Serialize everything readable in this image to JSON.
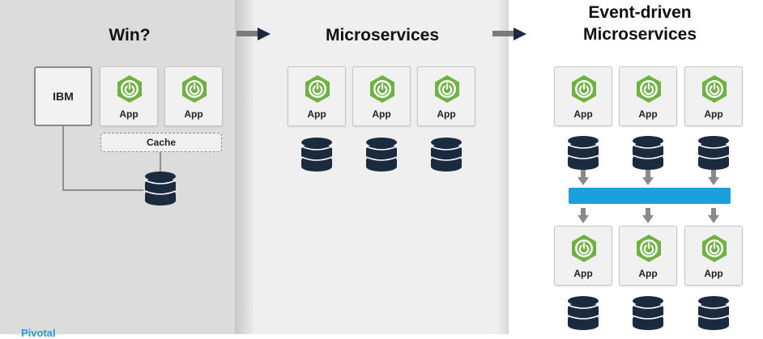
{
  "panels": {
    "win": {
      "title": "Win?",
      "ibm_label": "IBM",
      "app_label": "App",
      "cache_label": "Cache"
    },
    "micro": {
      "title": "Microservices",
      "app_label": "App"
    },
    "event": {
      "title_line1": "Event-driven",
      "title_line2": "Microservices",
      "app_label": "App"
    }
  },
  "footer": {
    "brand": "Pivotal"
  },
  "colors": {
    "spring_green": "#6db33f",
    "db_navy": "#1b2b3f",
    "bus_blue": "#1aa0dc"
  },
  "icons": {
    "app_logo": "spring-power-hexagon-icon",
    "database": "database-icon",
    "flow": "arrow-right-icon"
  }
}
